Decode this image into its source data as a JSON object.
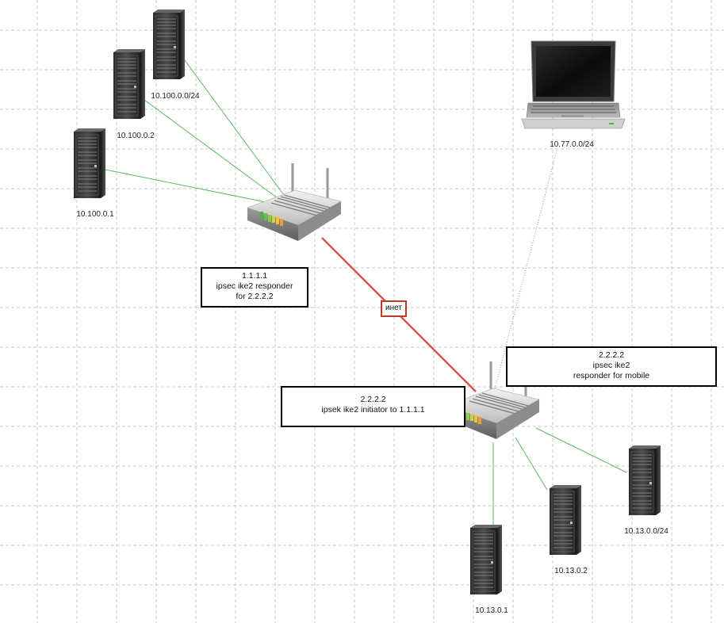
{
  "servers": {
    "s1": {
      "label": "10.100.0.0/24"
    },
    "s2": {
      "label": "10.100.0.2"
    },
    "s3": {
      "label": "10.100.0.1"
    },
    "s4": {
      "label": "10.13.0.1"
    },
    "s5": {
      "label": "10.13.0.2"
    },
    "s6": {
      "label": "10.13.0.0/24"
    }
  },
  "laptop": {
    "label": "10.77.0.0/24"
  },
  "notes": {
    "router1": {
      "line1": "1.1.1.1",
      "line2": "ipsec ike2 responder",
      "line3": "for 2.2.2.2"
    },
    "router2_initiator": {
      "line1": "2.2.2.2",
      "line2": "ipsek ike2 initiator to 1.1.1.1"
    },
    "router2_responder": {
      "line1": "2.2.2.2",
      "line2": "ipsec ike2",
      "line3": "responder for mobile"
    }
  },
  "links": {
    "internet": {
      "label": "инет",
      "color": "#d9534f"
    },
    "lan_color": "#5cb85c",
    "mobile_color": "#5cb85c"
  }
}
